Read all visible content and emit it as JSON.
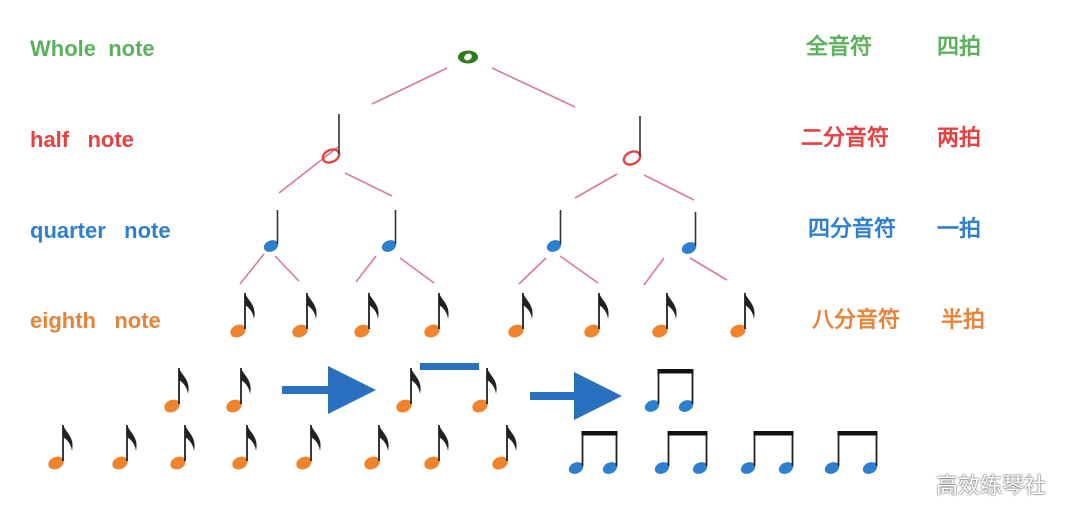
{
  "levels": [
    {
      "en": "Whole  note",
      "cn_name": "全音符",
      "cn_beats": "四拍",
      "color": "#5bb25b"
    },
    {
      "en": "half   note",
      "cn_name": "二分音符",
      "cn_beats": "两拍",
      "color": "#e8403f"
    },
    {
      "en": "quarter   note",
      "cn_name": "四分音符",
      "cn_beats": "一拍",
      "color": "#2f7fcf"
    },
    {
      "en": "eighth   note",
      "cn_name": "八分音符",
      "cn_beats": "半拍",
      "color": "#e9833a"
    }
  ],
  "colors": {
    "whole": "#2e7d1f",
    "half": "#e8403f",
    "quarter": "#2f7fcf",
    "eighth": "#f0842e",
    "beamed": "#2f7fcf",
    "branch": "#d87aa0",
    "arrow": "#2a6fc0",
    "beam_bar": "#2a6fc0"
  },
  "watermark": {
    "text": "高效练琴社",
    "icon": "wechat-icon"
  }
}
